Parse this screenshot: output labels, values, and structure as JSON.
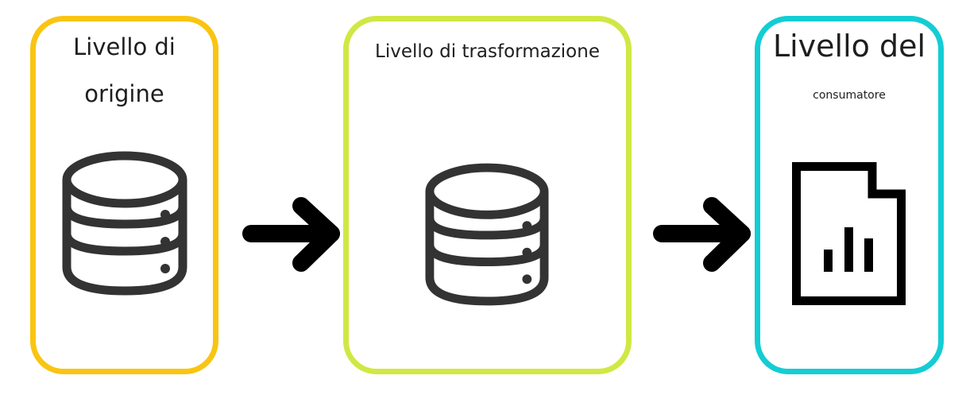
{
  "layers": [
    {
      "title_line1": "Livello di",
      "title_line2": "origine",
      "icon": "database-icon",
      "color": "#F9C513"
    },
    {
      "title_line1": "Livello di trasformazione",
      "icon": "database-icon",
      "color": "#D0E843"
    },
    {
      "title_line1": "Livello del",
      "title_line2": "consumatore",
      "icon": "report-document-icon",
      "color": "#14CDD4"
    }
  ],
  "arrows": [
    {
      "from": "Livello di origine",
      "to": "Livello di trasformazione"
    },
    {
      "from": "Livello di trasformazione",
      "to": "Livello del consumatore"
    }
  ]
}
